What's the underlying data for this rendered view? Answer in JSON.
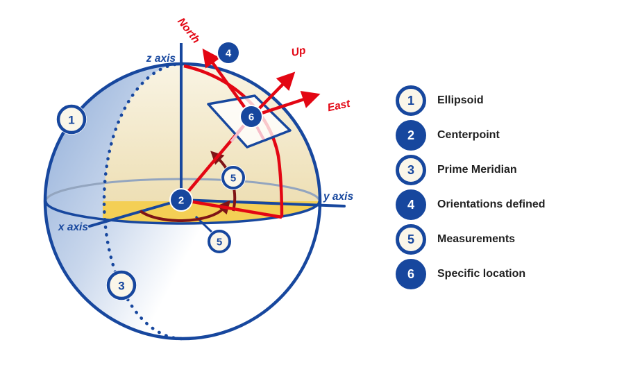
{
  "diagram": {
    "axes": {
      "z": "z axis",
      "y": "y axis",
      "x": "x axis"
    },
    "directions": {
      "north": "North",
      "up": "Up",
      "east": "East"
    },
    "badges": {
      "b1": "1",
      "b2": "2",
      "b3": "3",
      "b4": "4",
      "b5a": "5",
      "b5b": "5",
      "b6": "6"
    }
  },
  "legend": {
    "items": [
      {
        "number": "1",
        "label": "Ellipsoid"
      },
      {
        "number": "2",
        "label": "Centerpoint"
      },
      {
        "number": "3",
        "label": "Prime Meridian"
      },
      {
        "number": "4",
        "label": "Orientations defined"
      },
      {
        "number": "5",
        "label": "Measurements"
      },
      {
        "number": "6",
        "label": "Specific location"
      }
    ]
  },
  "colors": {
    "navy": "#17479e",
    "red": "#e30613",
    "maroon": "#7f1416",
    "gold": "#f4cf55",
    "cream": "#f6efd9",
    "light_blue": "#a9c0e2",
    "back_edge_gray": "#93a5bf",
    "pink": "#f6bcc8",
    "text": "#1f1f1f"
  }
}
